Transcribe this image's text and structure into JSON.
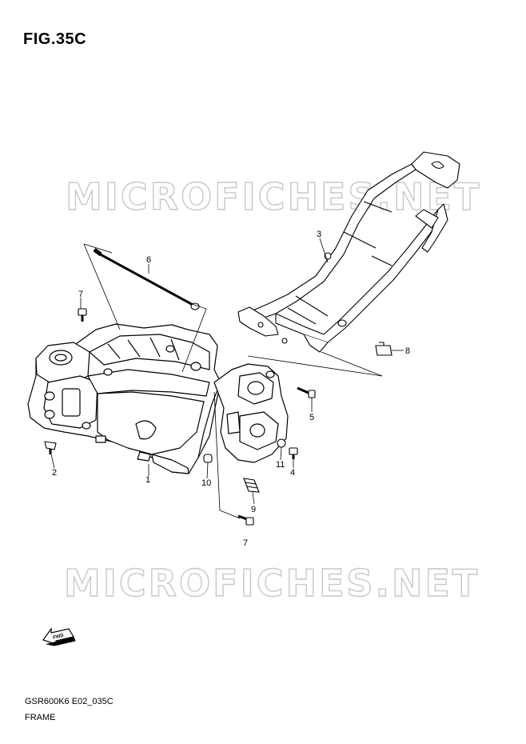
{
  "figure": {
    "title": "FIG.35C",
    "code": "GSR600K6 E02_035C",
    "name": "FRAME"
  },
  "watermark": {
    "text": "MICROFICHES.NET",
    "color": "#c8c8c8"
  },
  "fwd_badge": "FWD",
  "callouts": [
    "1",
    "2",
    "3",
    "4",
    "5",
    "6",
    "7",
    "7",
    "8",
    "9",
    "10",
    "11"
  ]
}
